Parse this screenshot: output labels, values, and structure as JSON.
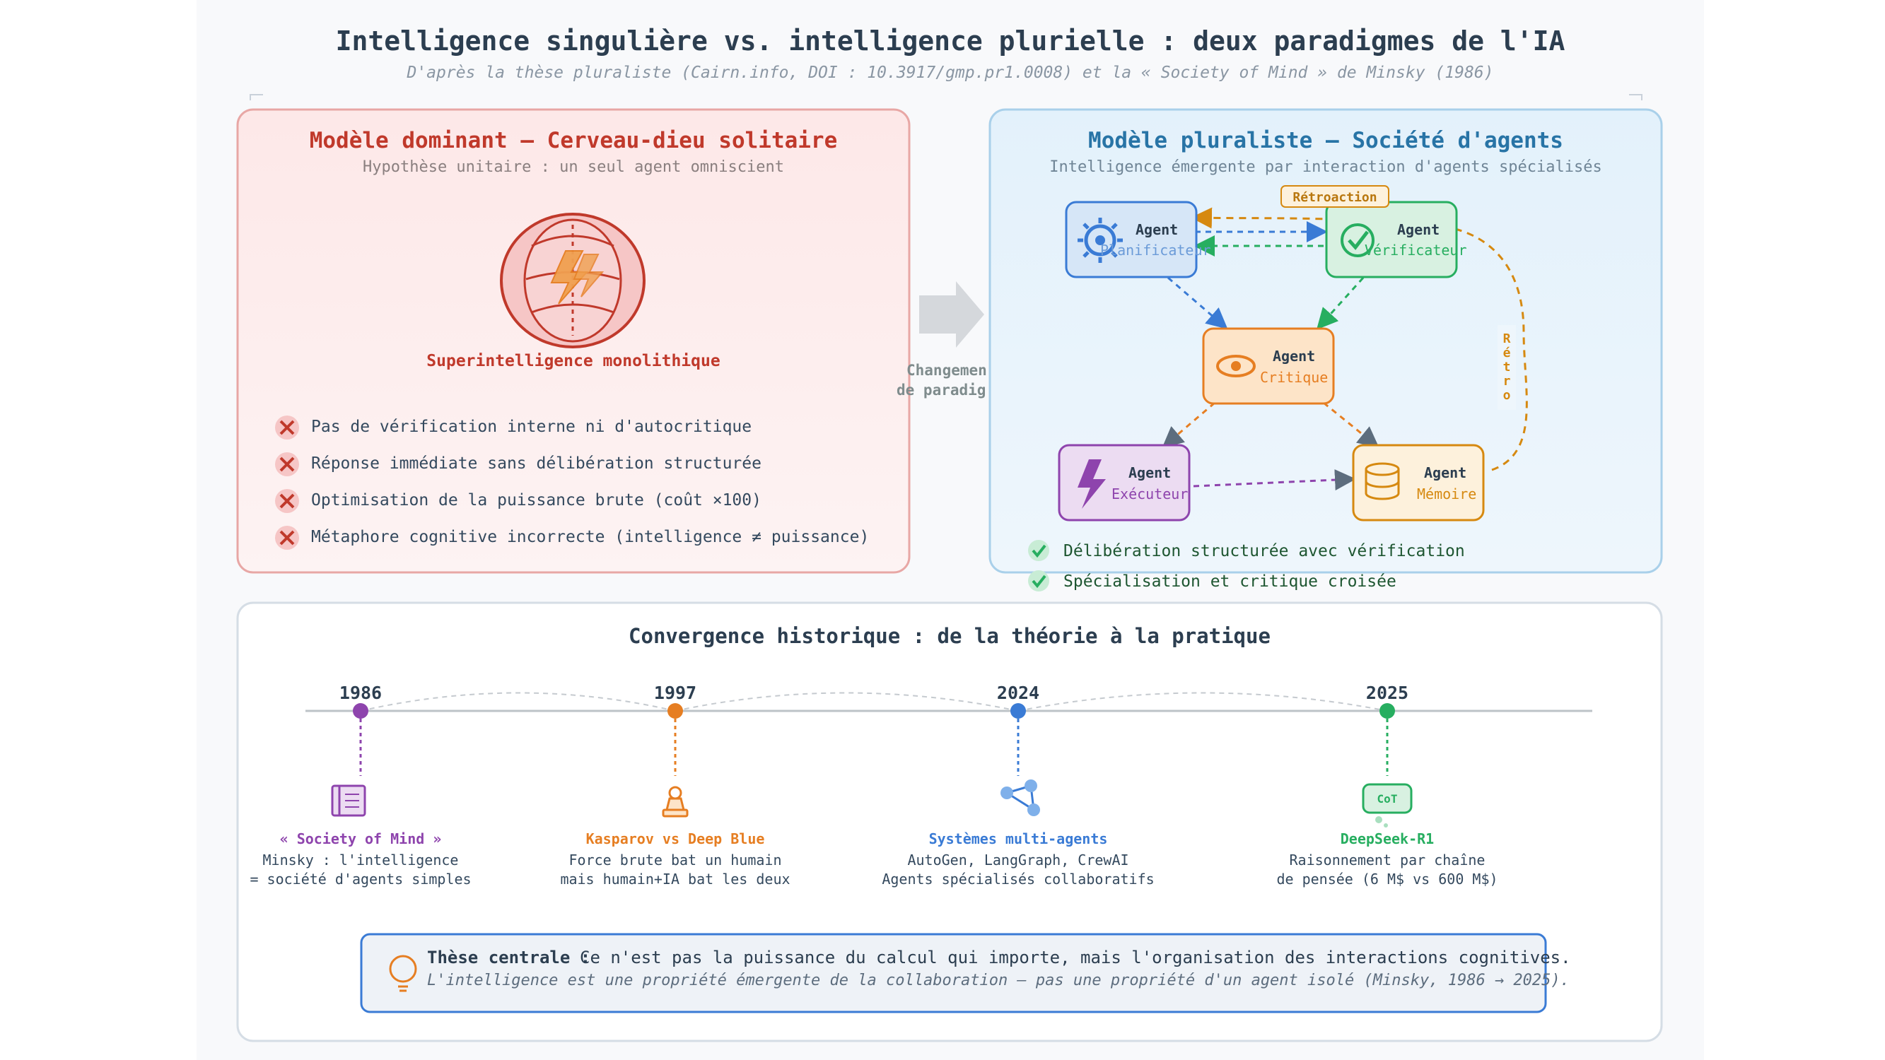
{
  "header": {
    "title": "Intelligence singulière vs. intelligence plurielle : deux paradigmes de l'IA",
    "subtitle": "D'après la thèse pluraliste (Cairn.info, DOI : 10.3917/gmp.pr1.0008) et la « Society of Mind » de Minsky (1986)"
  },
  "left_panel": {
    "title": "Modèle dominant — Cerveau-dieu solitaire",
    "subtitle": "Hypothèse unitaire : un seul agent omniscient",
    "icon_label": "Superintelligence monolithique",
    "items": [
      "Pas de vérification interne ni d'autocritique",
      "Réponse immédiate sans délibération structurée",
      "Optimisation de la puissance brute (coût ×100)",
      "Métaphore cognitive incorrecte (intelligence ≠ puissance)"
    ],
    "colors": {
      "accent": "#c0392b",
      "fill": "#fde8e8"
    }
  },
  "transition": {
    "line1": "Changemen",
    "line2": "de paradig"
  },
  "right_panel": {
    "title": "Modèle pluraliste — Société d'agents",
    "subtitle": "Intelligence émergente par interaction d'agents spécialisés",
    "feedback_badge": "Rétroaction",
    "feedback_vertical": [
      "R",
      "é",
      "t",
      "r",
      "o"
    ],
    "agents": [
      {
        "title": "Agent",
        "role": "Planificateur",
        "icon": "gear-icon",
        "color": "#3a7bd5"
      },
      {
        "title": "Agent",
        "role": "Vérificateur",
        "icon": "check-icon",
        "color": "#27ae60"
      },
      {
        "title": "Agent",
        "role": "Critique",
        "icon": "eye-icon",
        "color": "#e67e22"
      },
      {
        "title": "Agent",
        "role": "Exécuteur",
        "icon": "lightning-icon",
        "color": "#8e44ad"
      },
      {
        "title": "Agent",
        "role": "Mémoire",
        "icon": "database-icon",
        "color": "#d68910"
      }
    ],
    "benefits": [
      "Délibération structurée avec vérification",
      "Spécialisation et critique croisée"
    ],
    "colors": {
      "accent": "#2874a6",
      "fill": "#e6f3fb"
    }
  },
  "timeline": {
    "title": "Convergence historique : de la théorie à la pratique",
    "events": [
      {
        "year": "1986",
        "icon": "book-icon",
        "color": "#8e44ad",
        "name": "« Society of Mind »",
        "line1": "Minsky : l'intelligence",
        "line2": "= société d'agents simples"
      },
      {
        "year": "1997",
        "icon": "chess-pawn-icon",
        "color": "#e67e22",
        "name": "Kasparov vs Deep Blue",
        "line1": "Force brute bat un humain",
        "line2": "mais humain+IA bat les deux"
      },
      {
        "year": "2024",
        "icon": "network-icon",
        "color": "#3a7bd5",
        "name": "Systèmes multi-agents",
        "line1": "AutoGen, LangGraph, CrewAI",
        "line2": "Agents spécialisés collaboratifs"
      },
      {
        "year": "2025",
        "icon": "thought-bubble-icon",
        "color": "#27ae60",
        "name": "DeepSeek-R1",
        "badge": "CoT",
        "line1": "Raisonnement par chaîne",
        "line2": "de pensée (6 M$ vs 600 M$)"
      }
    ]
  },
  "thesis": {
    "label": "Thèse centrale :",
    "text": "Ce n'est pas la puissance du calcul qui importe, mais l'organisation des interactions cognitives.",
    "subtext": "L'intelligence est une propriété émergente de la collaboration — pas une propriété d'un agent isolé (Minsky, 1986 → 2025)."
  }
}
